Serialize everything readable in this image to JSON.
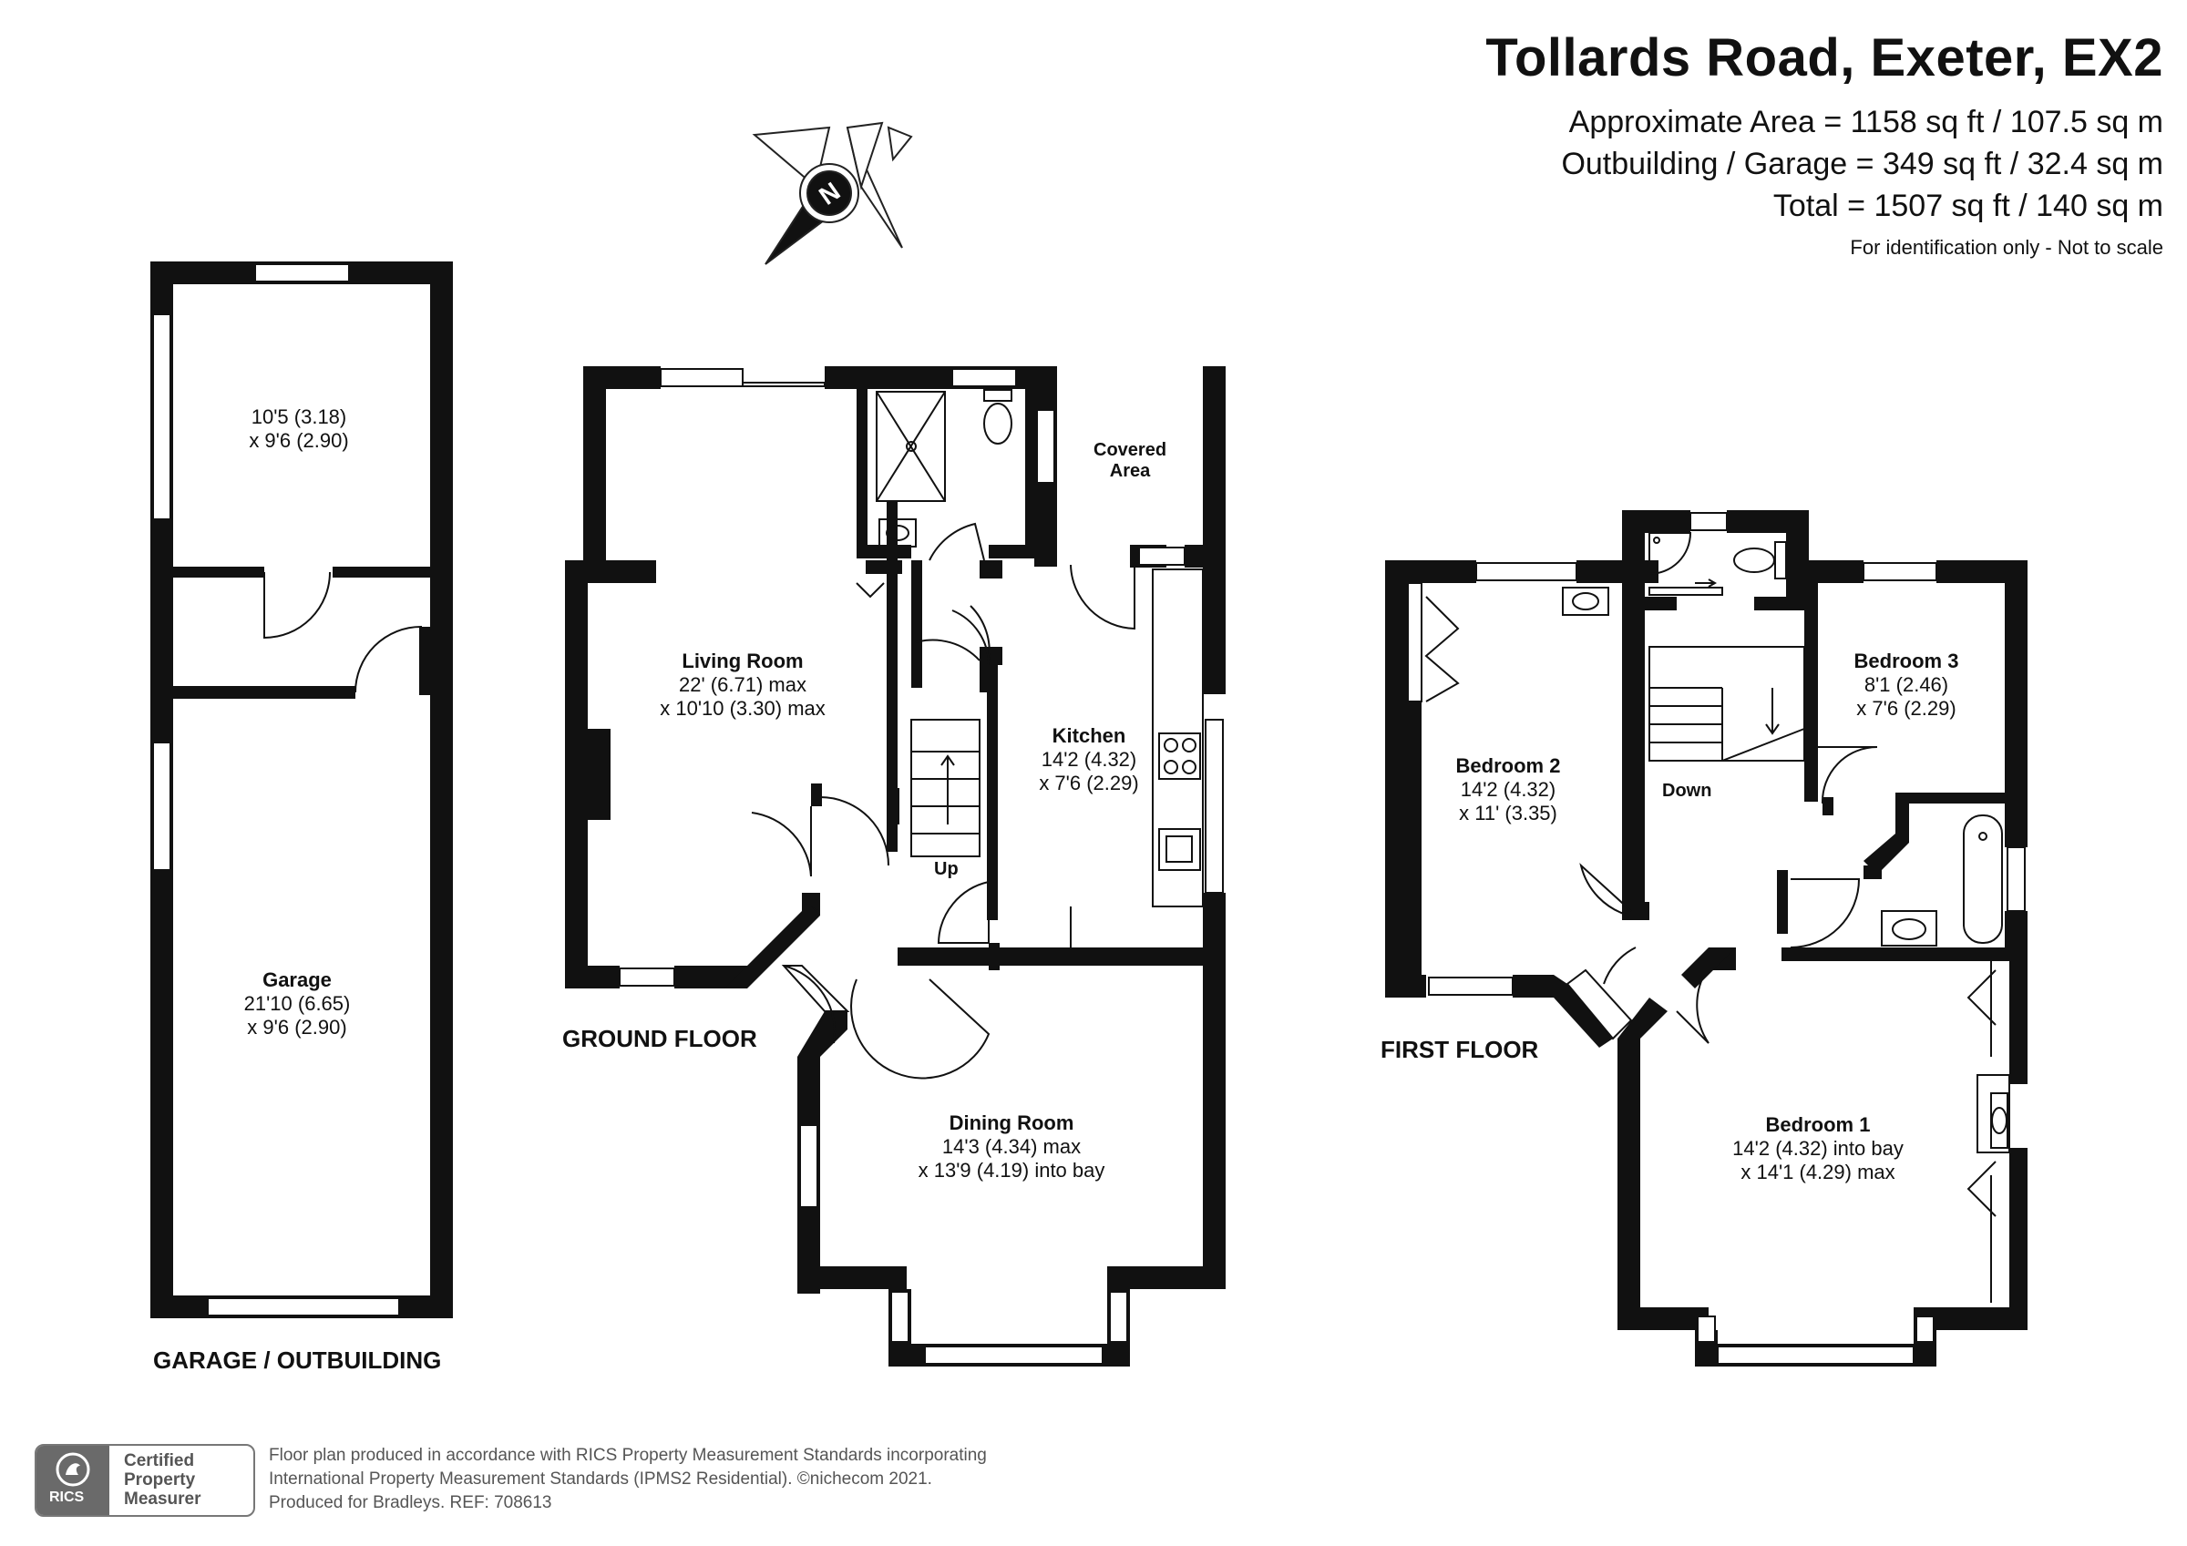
{
  "header": {
    "title": "Tollards Road, Exeter, EX2",
    "area_approx": "Approximate Area = 1158 sq ft / 107.5 sq m",
    "area_outbuilding": "Outbuilding / Garage = 349 sq ft / 32.4 sq m",
    "area_total": "Total = 1507 sq ft / 140 sq m",
    "note": "For identification only - Not to scale"
  },
  "compass": {
    "letter": "N"
  },
  "floors": {
    "garage": "GARAGE / OUTBUILDING",
    "ground": "GROUND FLOOR",
    "first": "FIRST FLOOR"
  },
  "rooms": {
    "outbuilding": {
      "dim1": "10'5 (3.18)",
      "dim2": "x 9'6 (2.90)"
    },
    "garage": {
      "name": "Garage",
      "dim1": "21'10 (6.65)",
      "dim2": "x 9'6 (2.90)"
    },
    "living": {
      "name": "Living Room",
      "dim1": "22' (6.71) max",
      "dim2": "x 10'10 (3.30) max"
    },
    "kitchen": {
      "name": "Kitchen",
      "dim1": "14'2 (4.32)",
      "dim2": "x 7'6 (2.29)"
    },
    "dining": {
      "name": "Dining Room",
      "dim1": "14'3 (4.34) max",
      "dim2": "x 13'9 (4.19) into bay"
    },
    "bedroom2": {
      "name": "Bedroom 2",
      "dim1": "14'2 (4.32)",
      "dim2": "x 11' (3.35)"
    },
    "bedroom3": {
      "name": "Bedroom 3",
      "dim1": "8'1 (2.46)",
      "dim2": "x 7'6 (2.29)"
    },
    "bedroom1": {
      "name": "Bedroom 1",
      "dim1": "14'2 (4.32) into bay",
      "dim2": "x 14'1 (4.29) max"
    }
  },
  "labels": {
    "covered1": "Covered",
    "covered2": "Area",
    "up": "Up",
    "down": "Down"
  },
  "footer": {
    "line1": "Floor plan produced in accordance with RICS Property Measurement Standards incorporating",
    "line2": "International Property Measurement Standards (IPMS2 Residential).   ©nichecom 2021.",
    "line3": "Produced for Bradleys.   REF: 708613",
    "badge_brand": "RICS",
    "badge_l1": "Certified",
    "badge_l2": "Property",
    "badge_l3": "Measurer"
  }
}
